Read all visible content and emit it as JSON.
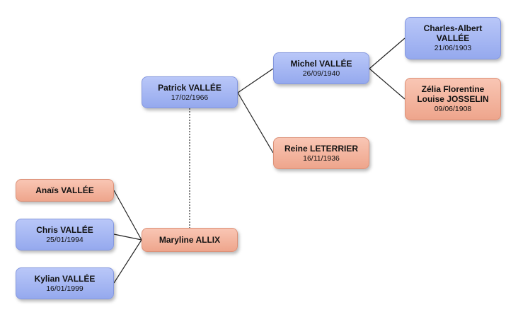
{
  "people": {
    "patrick": {
      "name": "Patrick VALLÉE",
      "date": "17/02/1966",
      "gender": "male"
    },
    "michel": {
      "name": "Michel VALLÉE",
      "date": "26/09/1940",
      "gender": "male"
    },
    "charles": {
      "name_lines": [
        "Charles-Albert",
        "VALLÉE"
      ],
      "date": "21/06/1903",
      "gender": "male"
    },
    "zelia": {
      "name_lines": [
        "Zélia Florentine",
        "Louise JOSSELIN"
      ],
      "date": "09/06/1908",
      "gender": "female"
    },
    "reine": {
      "name": "Reine LETERRIER",
      "date": "16/11/1936",
      "gender": "female"
    },
    "anais": {
      "name": "Anaïs VALLÉE",
      "gender": "female"
    },
    "chris": {
      "name": "Chris VALLÉE",
      "date": "25/01/1994",
      "gender": "male"
    },
    "kylian": {
      "name": "Kylian VALLÉE",
      "date": "16/01/1999",
      "gender": "male"
    },
    "maryline": {
      "name": "Maryline ALLIX",
      "gender": "female"
    }
  },
  "colors": {
    "male_fill": "#a6b8f3",
    "female_fill": "#f3b49f",
    "connector": "#222222",
    "partner_connector": "#555555"
  }
}
